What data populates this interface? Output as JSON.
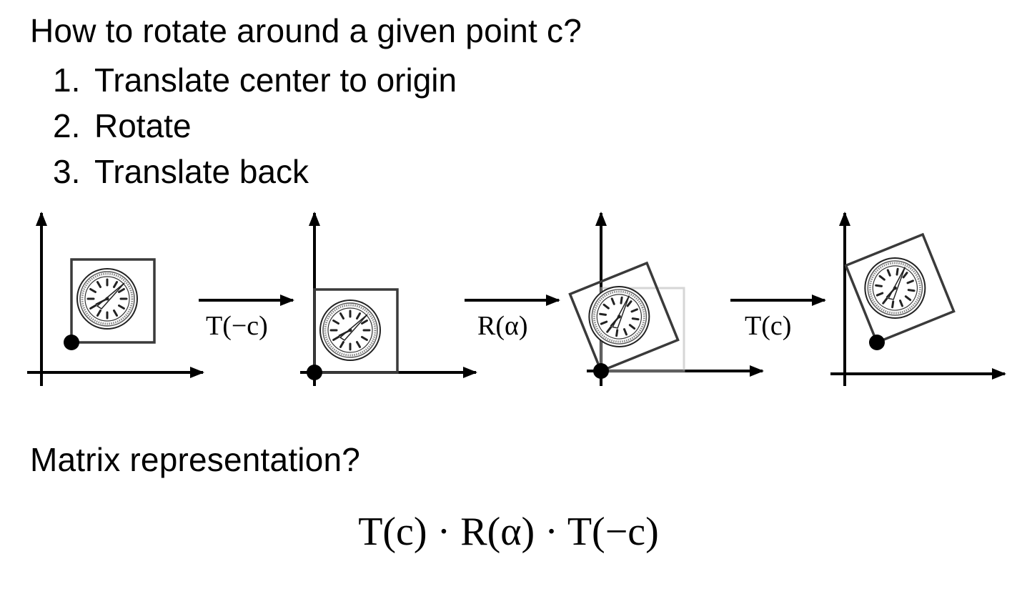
{
  "question": "How to rotate around a given point c?",
  "steps": [
    {
      "num": "1.",
      "text": "Translate center to origin"
    },
    {
      "num": "2.",
      "text": "Rotate"
    },
    {
      "num": "3.",
      "text": "Translate back"
    }
  ],
  "operations": {
    "translate_neg": "T(−c)",
    "rotate": "R(α)",
    "translate_pos": "T(c)"
  },
  "matrix_question": "Matrix representation?",
  "formula": "T(c) · R(α) · T(−c)",
  "colors": {
    "text": "#000000",
    "box": "#3a3a3a",
    "background": "#ffffff"
  },
  "icons": [
    "clock-icon",
    "arrow-right-icon",
    "pivot-point-dot"
  ]
}
